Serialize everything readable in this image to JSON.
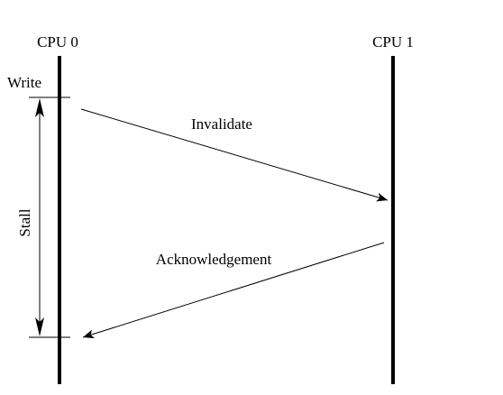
{
  "lanes": {
    "left": "CPU 0",
    "right": "CPU 1"
  },
  "events": {
    "write": "Write",
    "stall": "Stall"
  },
  "messages": {
    "invalidate": "Invalidate",
    "acknowledgement": "Acknowledgement"
  },
  "colors": {
    "line": "#000000",
    "background": "#ffffff"
  }
}
